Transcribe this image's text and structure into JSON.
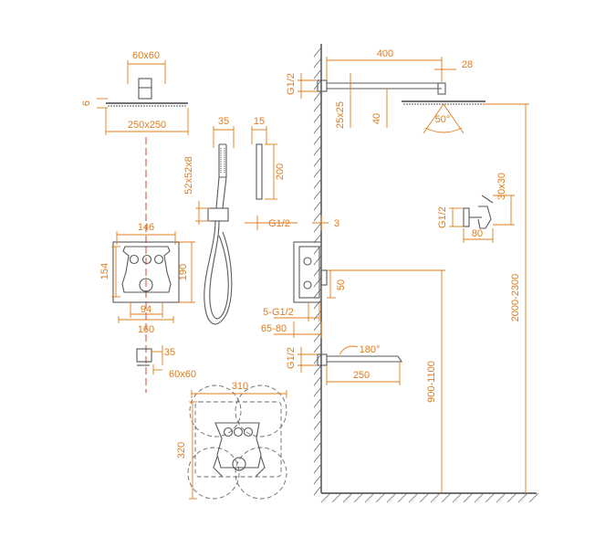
{
  "colors": {
    "dimension": "#e07b1a",
    "line": "#5a5a5a",
    "centerline": "#c0392b"
  },
  "head_top": {
    "size": "60x60",
    "thickness": "6",
    "width": "250x250"
  },
  "hand_shower": {
    "width": "35",
    "depth": "15",
    "holder": "52x52x8",
    "length": "200",
    "thread": "G1/2"
  },
  "valve_front": {
    "width_top": "146",
    "height_left": "154",
    "height_right": "190",
    "inner": "94",
    "width_bottom": "160"
  },
  "bottom_flange": {
    "depth": "35",
    "size": "60x60"
  },
  "footprint": {
    "width": "310",
    "height": "320"
  },
  "side": {
    "arm_length": "400",
    "arm_size": "25x25",
    "head_depth": "28",
    "arm_offset": "40",
    "tilt": "50°",
    "thread_top": "G1/2",
    "wall_gap": "3",
    "valve_offset": "50",
    "install_depth": "5-G1/2",
    "body_depth": "65-80",
    "spout_rotation": "180°",
    "spout_length": "250",
    "spout_thread": "G1/2",
    "spout_height": "900-1100",
    "head_height": "2000-2300",
    "holder_size": "30x30",
    "holder_thread": "G1/2",
    "holder_depth": "80"
  }
}
